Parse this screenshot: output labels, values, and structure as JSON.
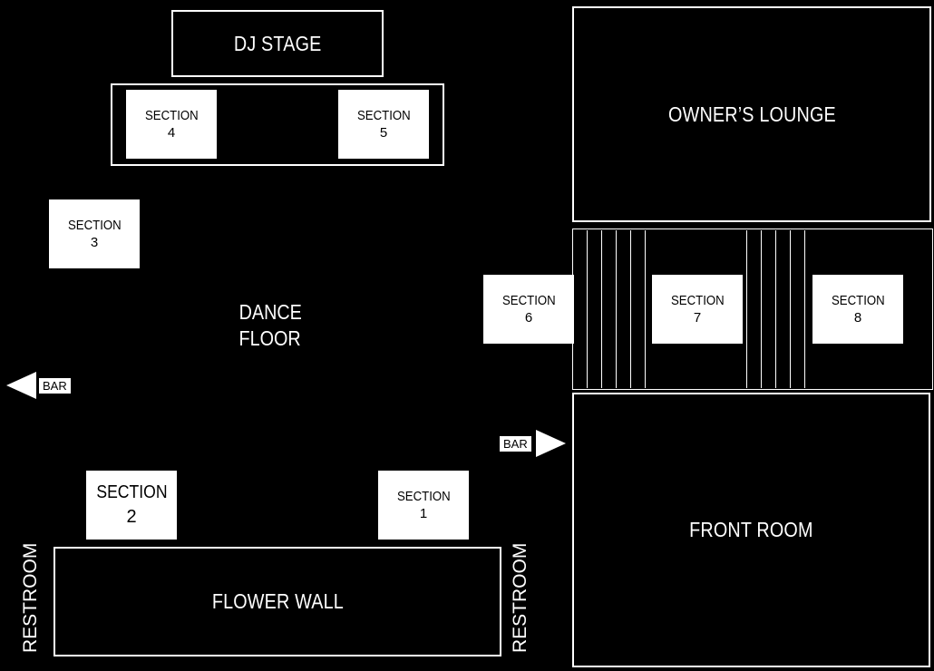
{
  "rooms": {
    "dj_stage": "DJ STAGE",
    "owners_lounge": "OWNER’S LOUNGE",
    "front_room": "FRONT ROOM",
    "flower_wall": "FLOWER WALL"
  },
  "dance_floor": {
    "line1": "DANCE",
    "line2": "FLOOR"
  },
  "sections": {
    "label": "SECTION",
    "s1": "1",
    "s2": "2",
    "s3": "3",
    "s4": "4",
    "s5": "5",
    "s6": "6",
    "s7": "7",
    "s8": "8"
  },
  "bar": {
    "left": "BAR",
    "right": "BAR"
  },
  "restroom": {
    "left": "RESTROOM",
    "right": "RESTROOM"
  }
}
